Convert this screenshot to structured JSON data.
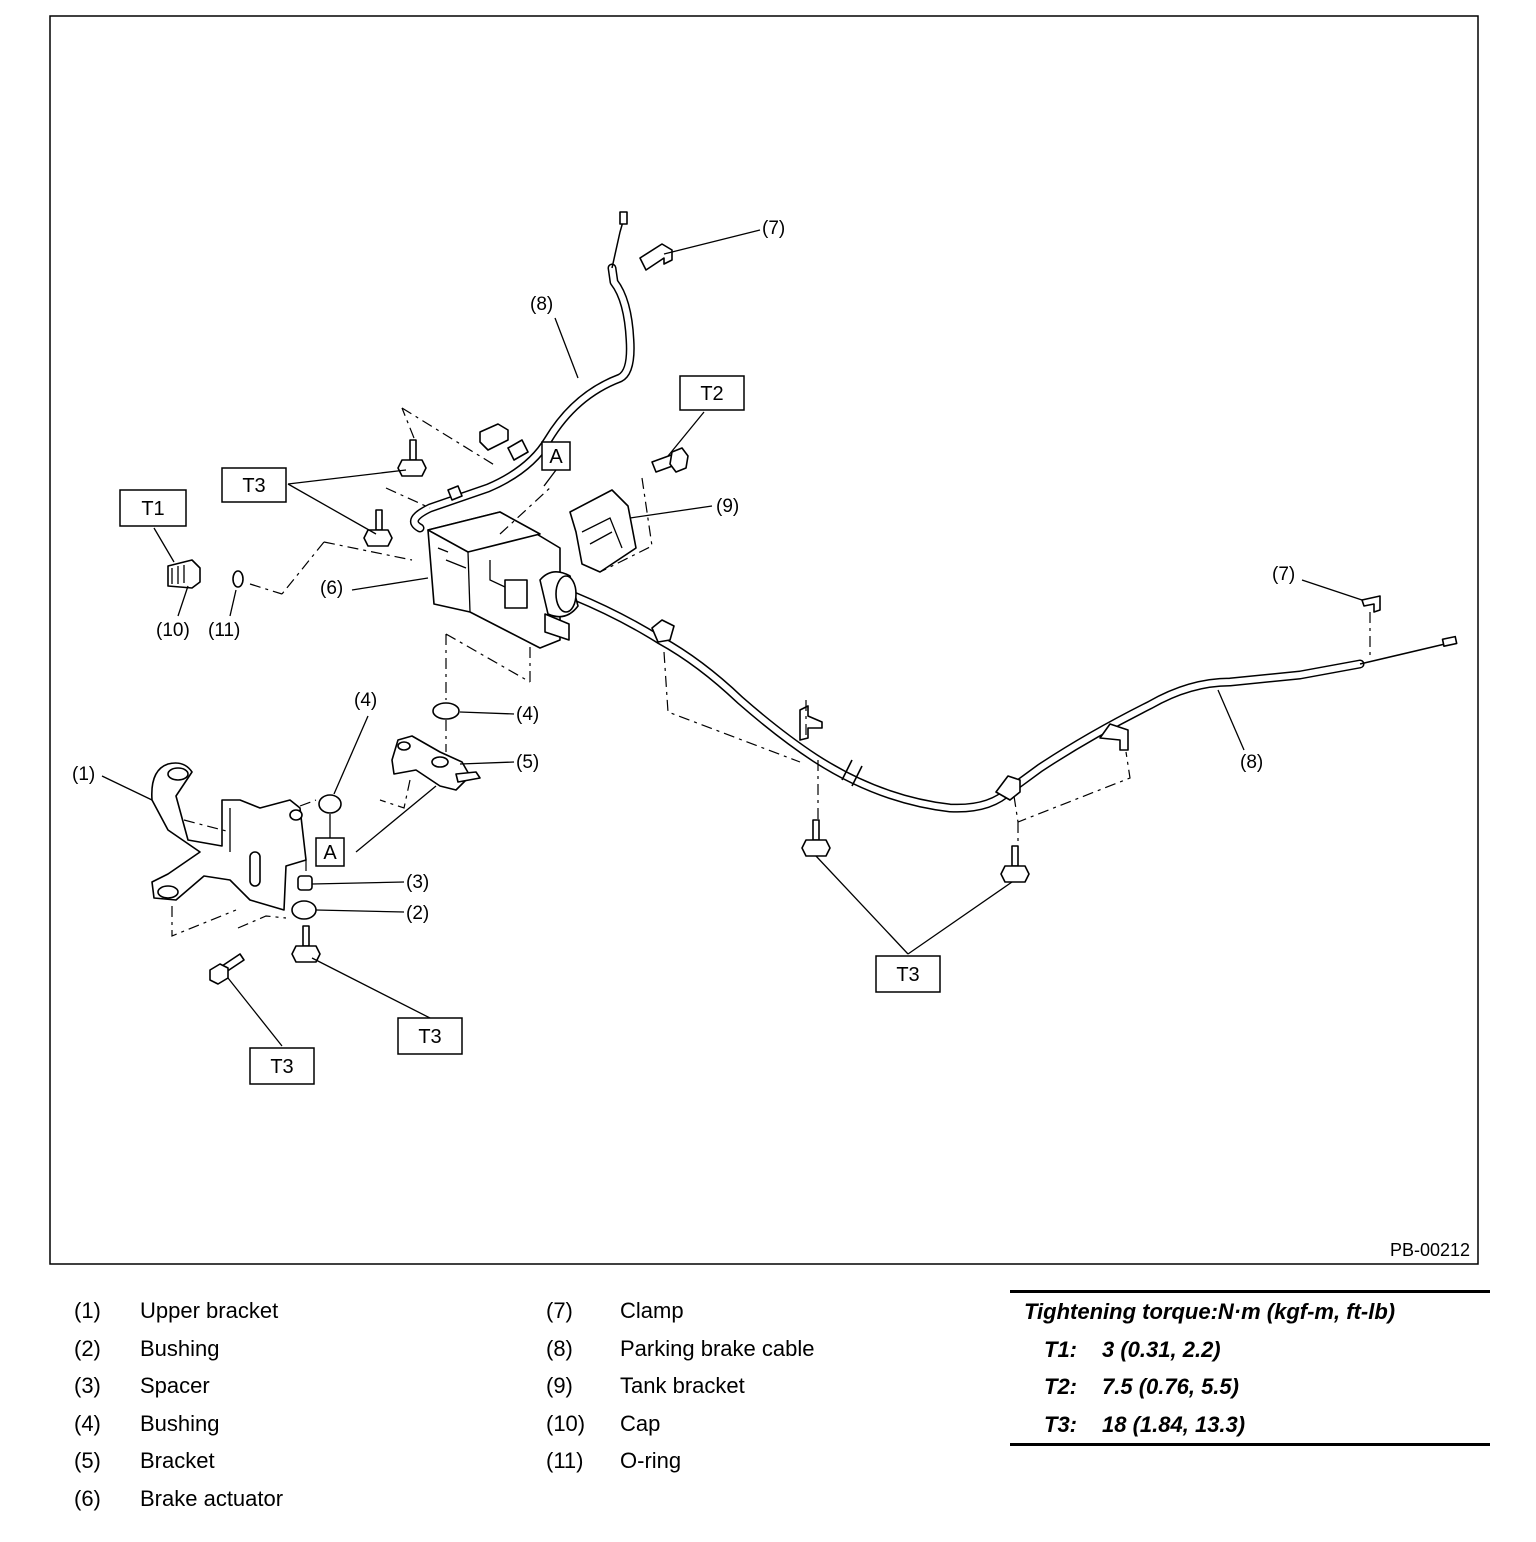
{
  "figure_code": "PB-00212",
  "callouts": {
    "c1": "(1)",
    "c2": "(2)",
    "c3": "(3)",
    "c4a": "(4)",
    "c4b": "(4)",
    "c5": "(5)",
    "c6": "(6)",
    "c7a": "(7)",
    "c7b": "(7)",
    "c8a": "(8)",
    "c8b": "(8)",
    "c9": "(9)",
    "c10": "(10)",
    "c11": "(11)"
  },
  "boxes": {
    "t1": "T1",
    "t2": "T2",
    "t3_actuator": "T3",
    "t3_cable": "T3",
    "t3_bolt_left": "T3",
    "t3_bolt_right": "T3",
    "a_top": "A",
    "a_bottom": "A"
  },
  "legend_left": [
    {
      "num": "(1)",
      "name": "Upper bracket"
    },
    {
      "num": "(2)",
      "name": "Bushing"
    },
    {
      "num": "(3)",
      "name": "Spacer"
    },
    {
      "num": "(4)",
      "name": "Bushing"
    },
    {
      "num": "(5)",
      "name": "Bracket"
    },
    {
      "num": "(6)",
      "name": "Brake actuator"
    }
  ],
  "legend_mid": [
    {
      "num": "(7)",
      "name": "Clamp"
    },
    {
      "num": "(8)",
      "name": "Parking brake cable"
    },
    {
      "num": "(9)",
      "name": "Tank bracket"
    },
    {
      "num": "(10)",
      "name": "Cap"
    },
    {
      "num": "(11)",
      "name": "O-ring"
    }
  ],
  "torque": {
    "title": "Tightening torque:N·m (kgf-m, ft-lb)",
    "rows": [
      {
        "code": "T1:",
        "value": "3 (0.31, 2.2)"
      },
      {
        "code": "T2:",
        "value": "7.5 (0.76, 5.5)"
      },
      {
        "code": "T3:",
        "value": "18 (1.84, 13.3)"
      }
    ]
  }
}
